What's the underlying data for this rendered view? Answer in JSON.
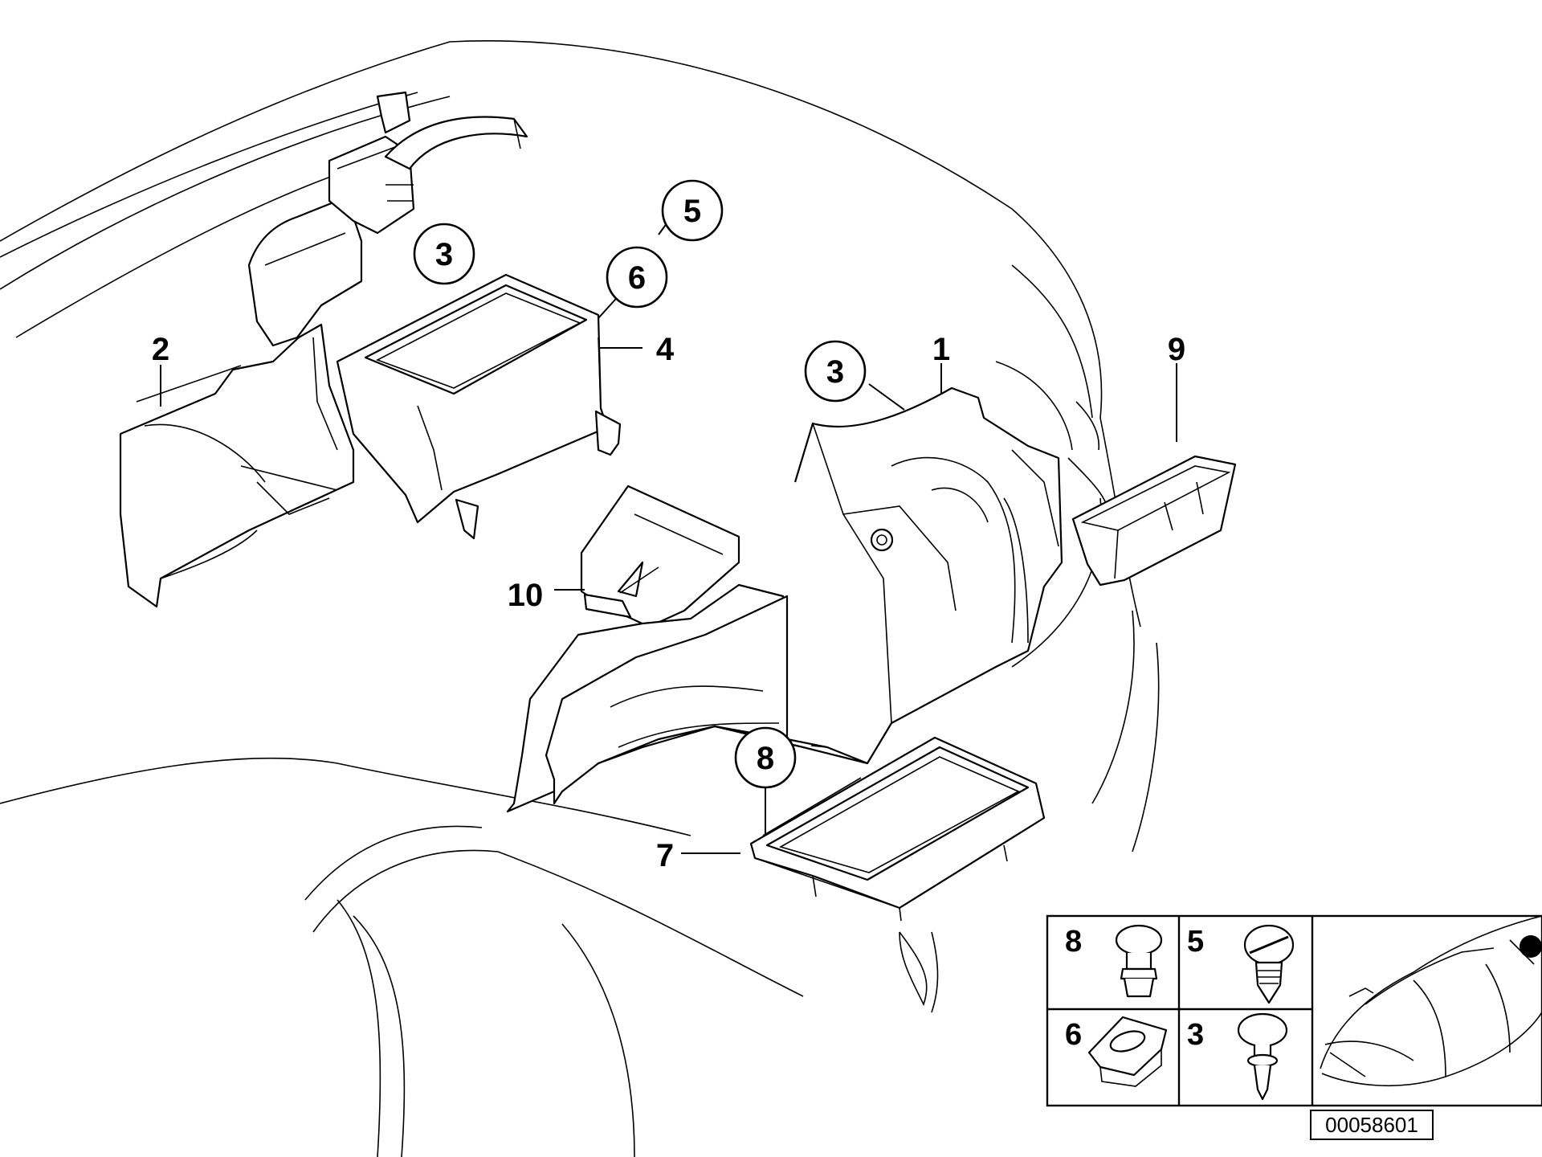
{
  "callouts": {
    "c3_top": "3",
    "c5": "5",
    "c6": "6",
    "c3_mid": "3",
    "c8": "8"
  },
  "labels": {
    "l2": "2",
    "l4": "4",
    "l1": "1",
    "l9": "9",
    "l10": "10",
    "l7": "7"
  },
  "legend": {
    "cells": [
      {
        "num": "8"
      },
      {
        "num": "5"
      },
      {
        "num": "6"
      },
      {
        "num": "3"
      }
    ]
  },
  "reference_number": "00058601"
}
